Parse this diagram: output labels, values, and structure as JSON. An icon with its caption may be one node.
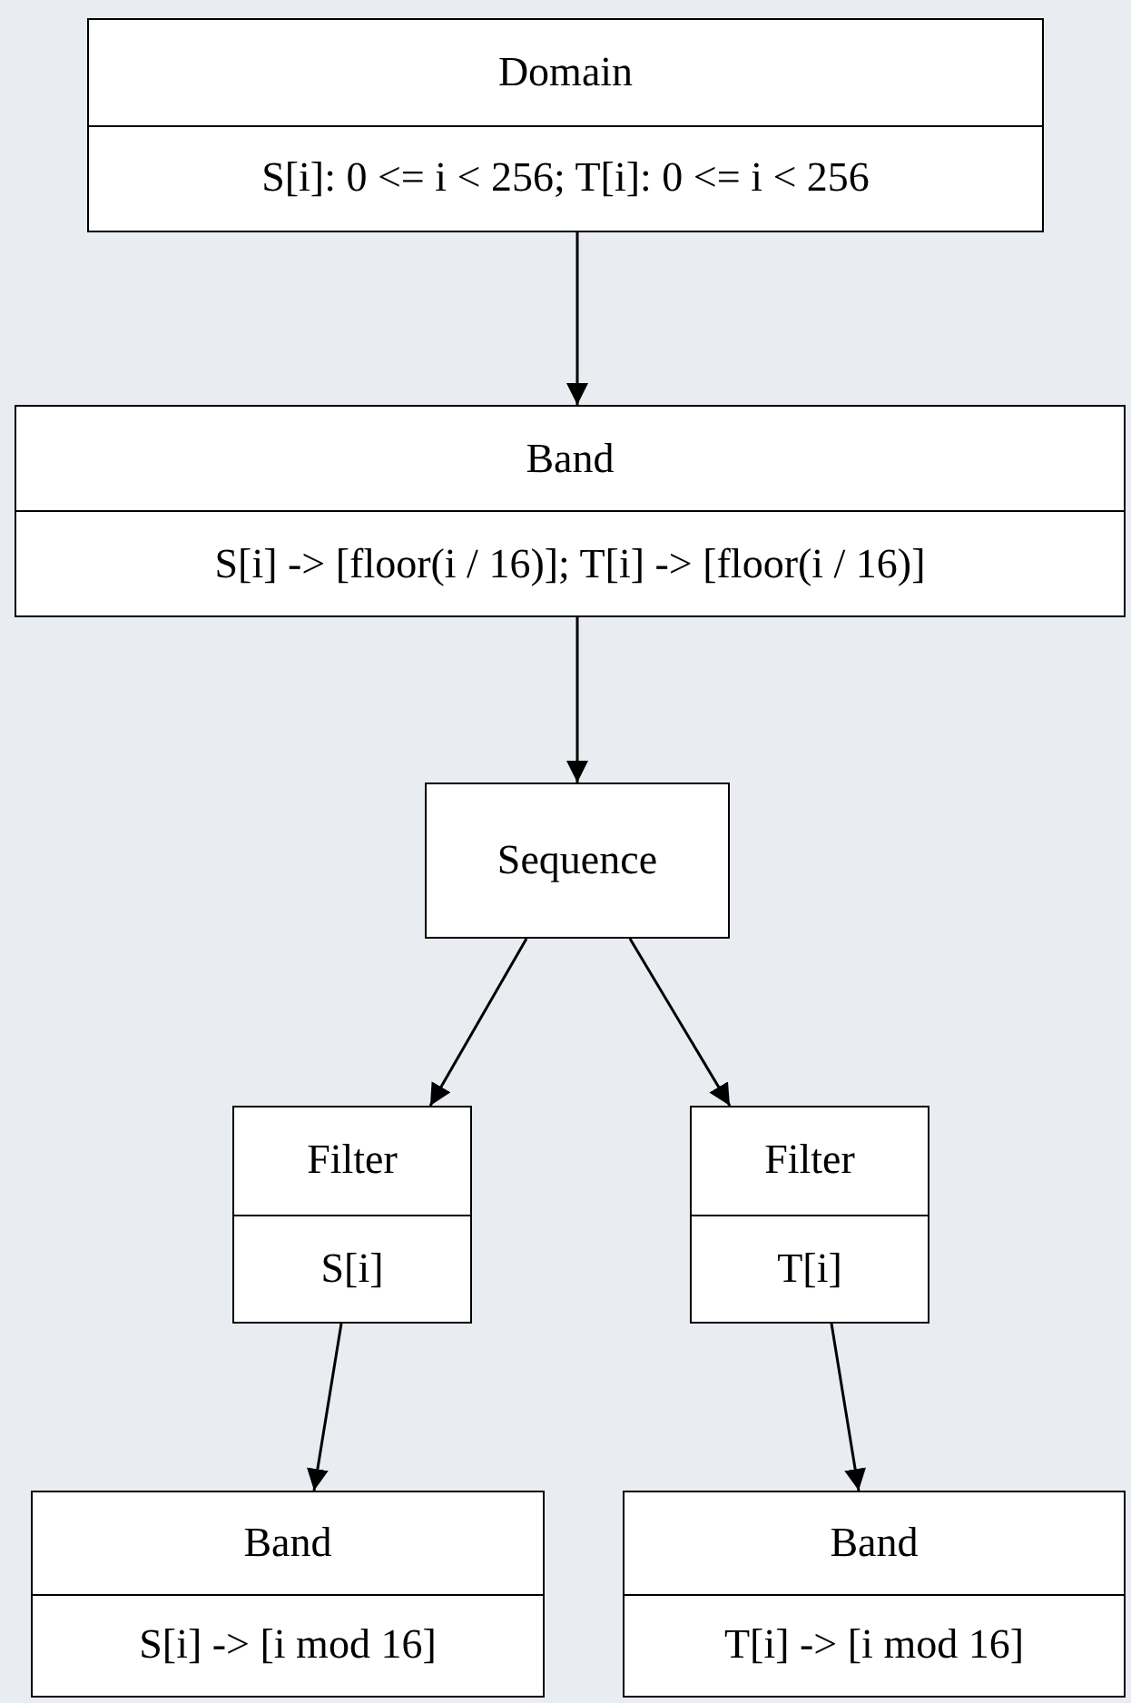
{
  "diagram": {
    "nodes": [
      {
        "text": [
          "Domain",
          "S[i]: 0 <= i < 256; T[i]: 0 <= i < 256"
        ]
      },
      {
        "text": [
          "Band",
          "S[i] -> [floor(i / 16)]; T[i] -> [floor(i / 16)]"
        ]
      },
      {
        "text": [
          "Sequence"
        ]
      },
      {
        "text": [
          "Filter",
          "S[i]"
        ]
      },
      {
        "text": [
          "Filter",
          "T[i]"
        ]
      },
      {
        "text": [
          "Band",
          "S[i] -> [i mod 16]"
        ]
      },
      {
        "text": [
          "Band",
          "T[i] -> [i mod 16]"
        ]
      }
    ],
    "edges": [
      {
        "from": 0,
        "to": 1,
        "arrow": "to"
      },
      {
        "from": 1,
        "to": 2,
        "arrow": "to"
      },
      {
        "from": 2,
        "to": 3,
        "arrow": "to"
      },
      {
        "from": 2,
        "to": 4,
        "arrow": "to"
      },
      {
        "from": 3,
        "to": 5,
        "arrow": "to"
      },
      {
        "from": 4,
        "to": 6,
        "arrow": "to"
      }
    ]
  }
}
